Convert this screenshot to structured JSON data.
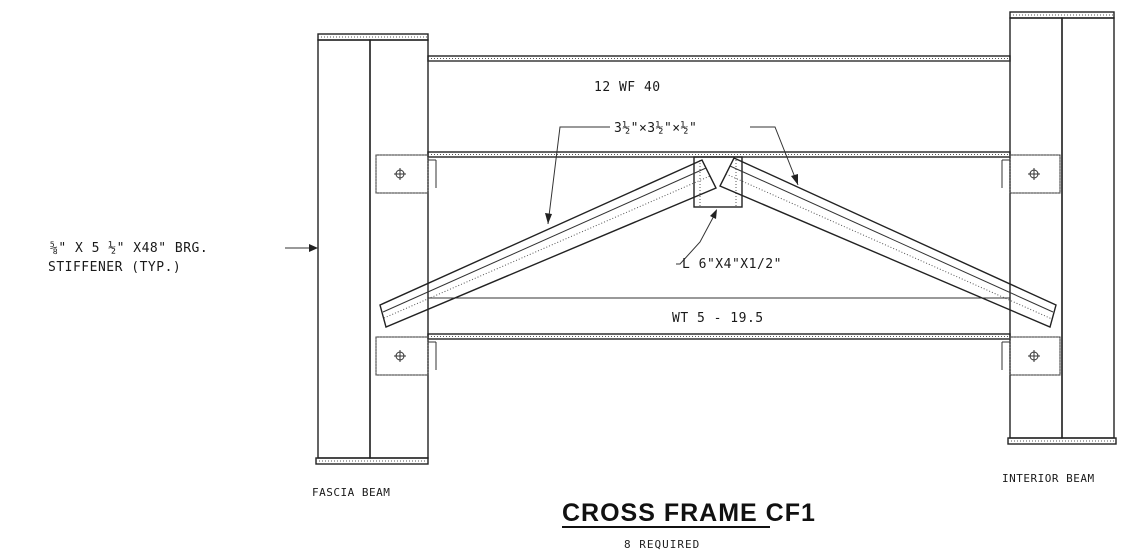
{
  "labels": {
    "top_member": "12 WF 40",
    "angle_brace": "3½\"×3½\"×½\"",
    "stiffener_line1": "⅝\" X 5  ½\" X48\" BRG.",
    "stiffener_line2": "STIFFENER (TYP.)",
    "gusset_angle": "L 6\"X4\"X1/2\"",
    "bottom_member": "WT 5 - 19.5",
    "left_beam": "FASCIA BEAM",
    "right_beam": "INTERIOR BEAM"
  },
  "title": {
    "main": "CROSS FRAME CF1",
    "sub": "8 REQUIRED"
  }
}
